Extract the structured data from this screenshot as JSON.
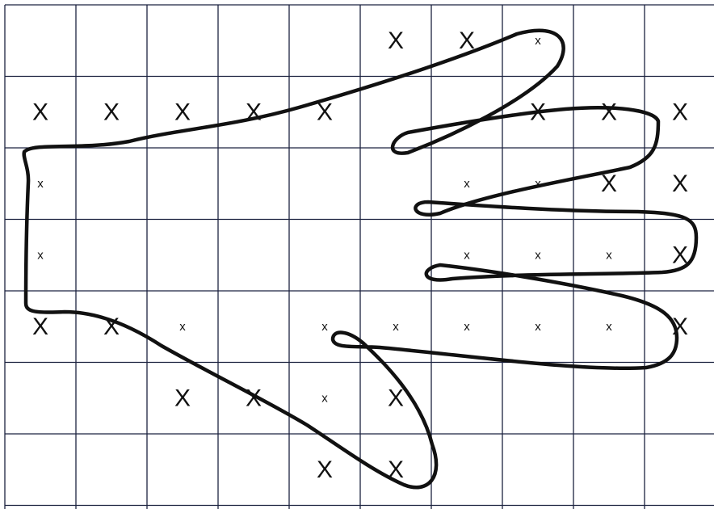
{
  "diagram": {
    "grid": {
      "columns": 10,
      "rows": 7,
      "line_color": "#1c2340"
    },
    "outline": {
      "shape": "traced-hand",
      "color": "#111111"
    },
    "marks": {
      "large": [
        {
          "label": "X",
          "col": 5,
          "row": 0
        },
        {
          "label": "X",
          "col": 6,
          "row": 0
        },
        {
          "label": "X",
          "col": 0,
          "row": 1
        },
        {
          "label": "X",
          "col": 1,
          "row": 1
        },
        {
          "label": "X",
          "col": 2,
          "row": 1
        },
        {
          "label": "X",
          "col": 3,
          "row": 1
        },
        {
          "label": "X",
          "col": 4,
          "row": 1
        },
        {
          "label": "X",
          "col": 7,
          "row": 1
        },
        {
          "label": "X",
          "col": 8,
          "row": 1
        },
        {
          "label": "X",
          "col": 9,
          "row": 1
        },
        {
          "label": "X",
          "col": 8,
          "row": 2
        },
        {
          "label": "X",
          "col": 9,
          "row": 2
        },
        {
          "label": "X",
          "col": 9,
          "row": 3
        },
        {
          "label": "X",
          "col": 0,
          "row": 4
        },
        {
          "label": "X",
          "col": 1,
          "row": 4
        },
        {
          "label": "X",
          "col": 9,
          "row": 4
        },
        {
          "label": "X",
          "col": 2,
          "row": 5
        },
        {
          "label": "X",
          "col": 3,
          "row": 5
        },
        {
          "label": "X",
          "col": 5,
          "row": 5
        },
        {
          "label": "X",
          "col": 4,
          "row": 6
        },
        {
          "label": "X",
          "col": 5,
          "row": 6
        }
      ],
      "small": [
        {
          "label": "x",
          "col": 7,
          "row": 0
        },
        {
          "label": "x",
          "col": 0,
          "row": 2
        },
        {
          "label": "x",
          "col": 6,
          "row": 2
        },
        {
          "label": "x",
          "col": 7,
          "row": 2
        },
        {
          "label": "x",
          "col": 0,
          "row": 3
        },
        {
          "label": "x",
          "col": 6,
          "row": 3
        },
        {
          "label": "x",
          "col": 7,
          "row": 3
        },
        {
          "label": "x",
          "col": 8,
          "row": 3
        },
        {
          "label": "x",
          "col": 8,
          "row": 4
        },
        {
          "label": "x",
          "col": 2,
          "row": 4
        },
        {
          "label": "x",
          "col": 4,
          "row": 4
        },
        {
          "label": "x",
          "col": 5,
          "row": 4
        },
        {
          "label": "x",
          "col": 6,
          "row": 4
        },
        {
          "label": "x",
          "col": 7,
          "row": 4
        },
        {
          "label": "x",
          "col": 4,
          "row": 5
        }
      ]
    }
  }
}
